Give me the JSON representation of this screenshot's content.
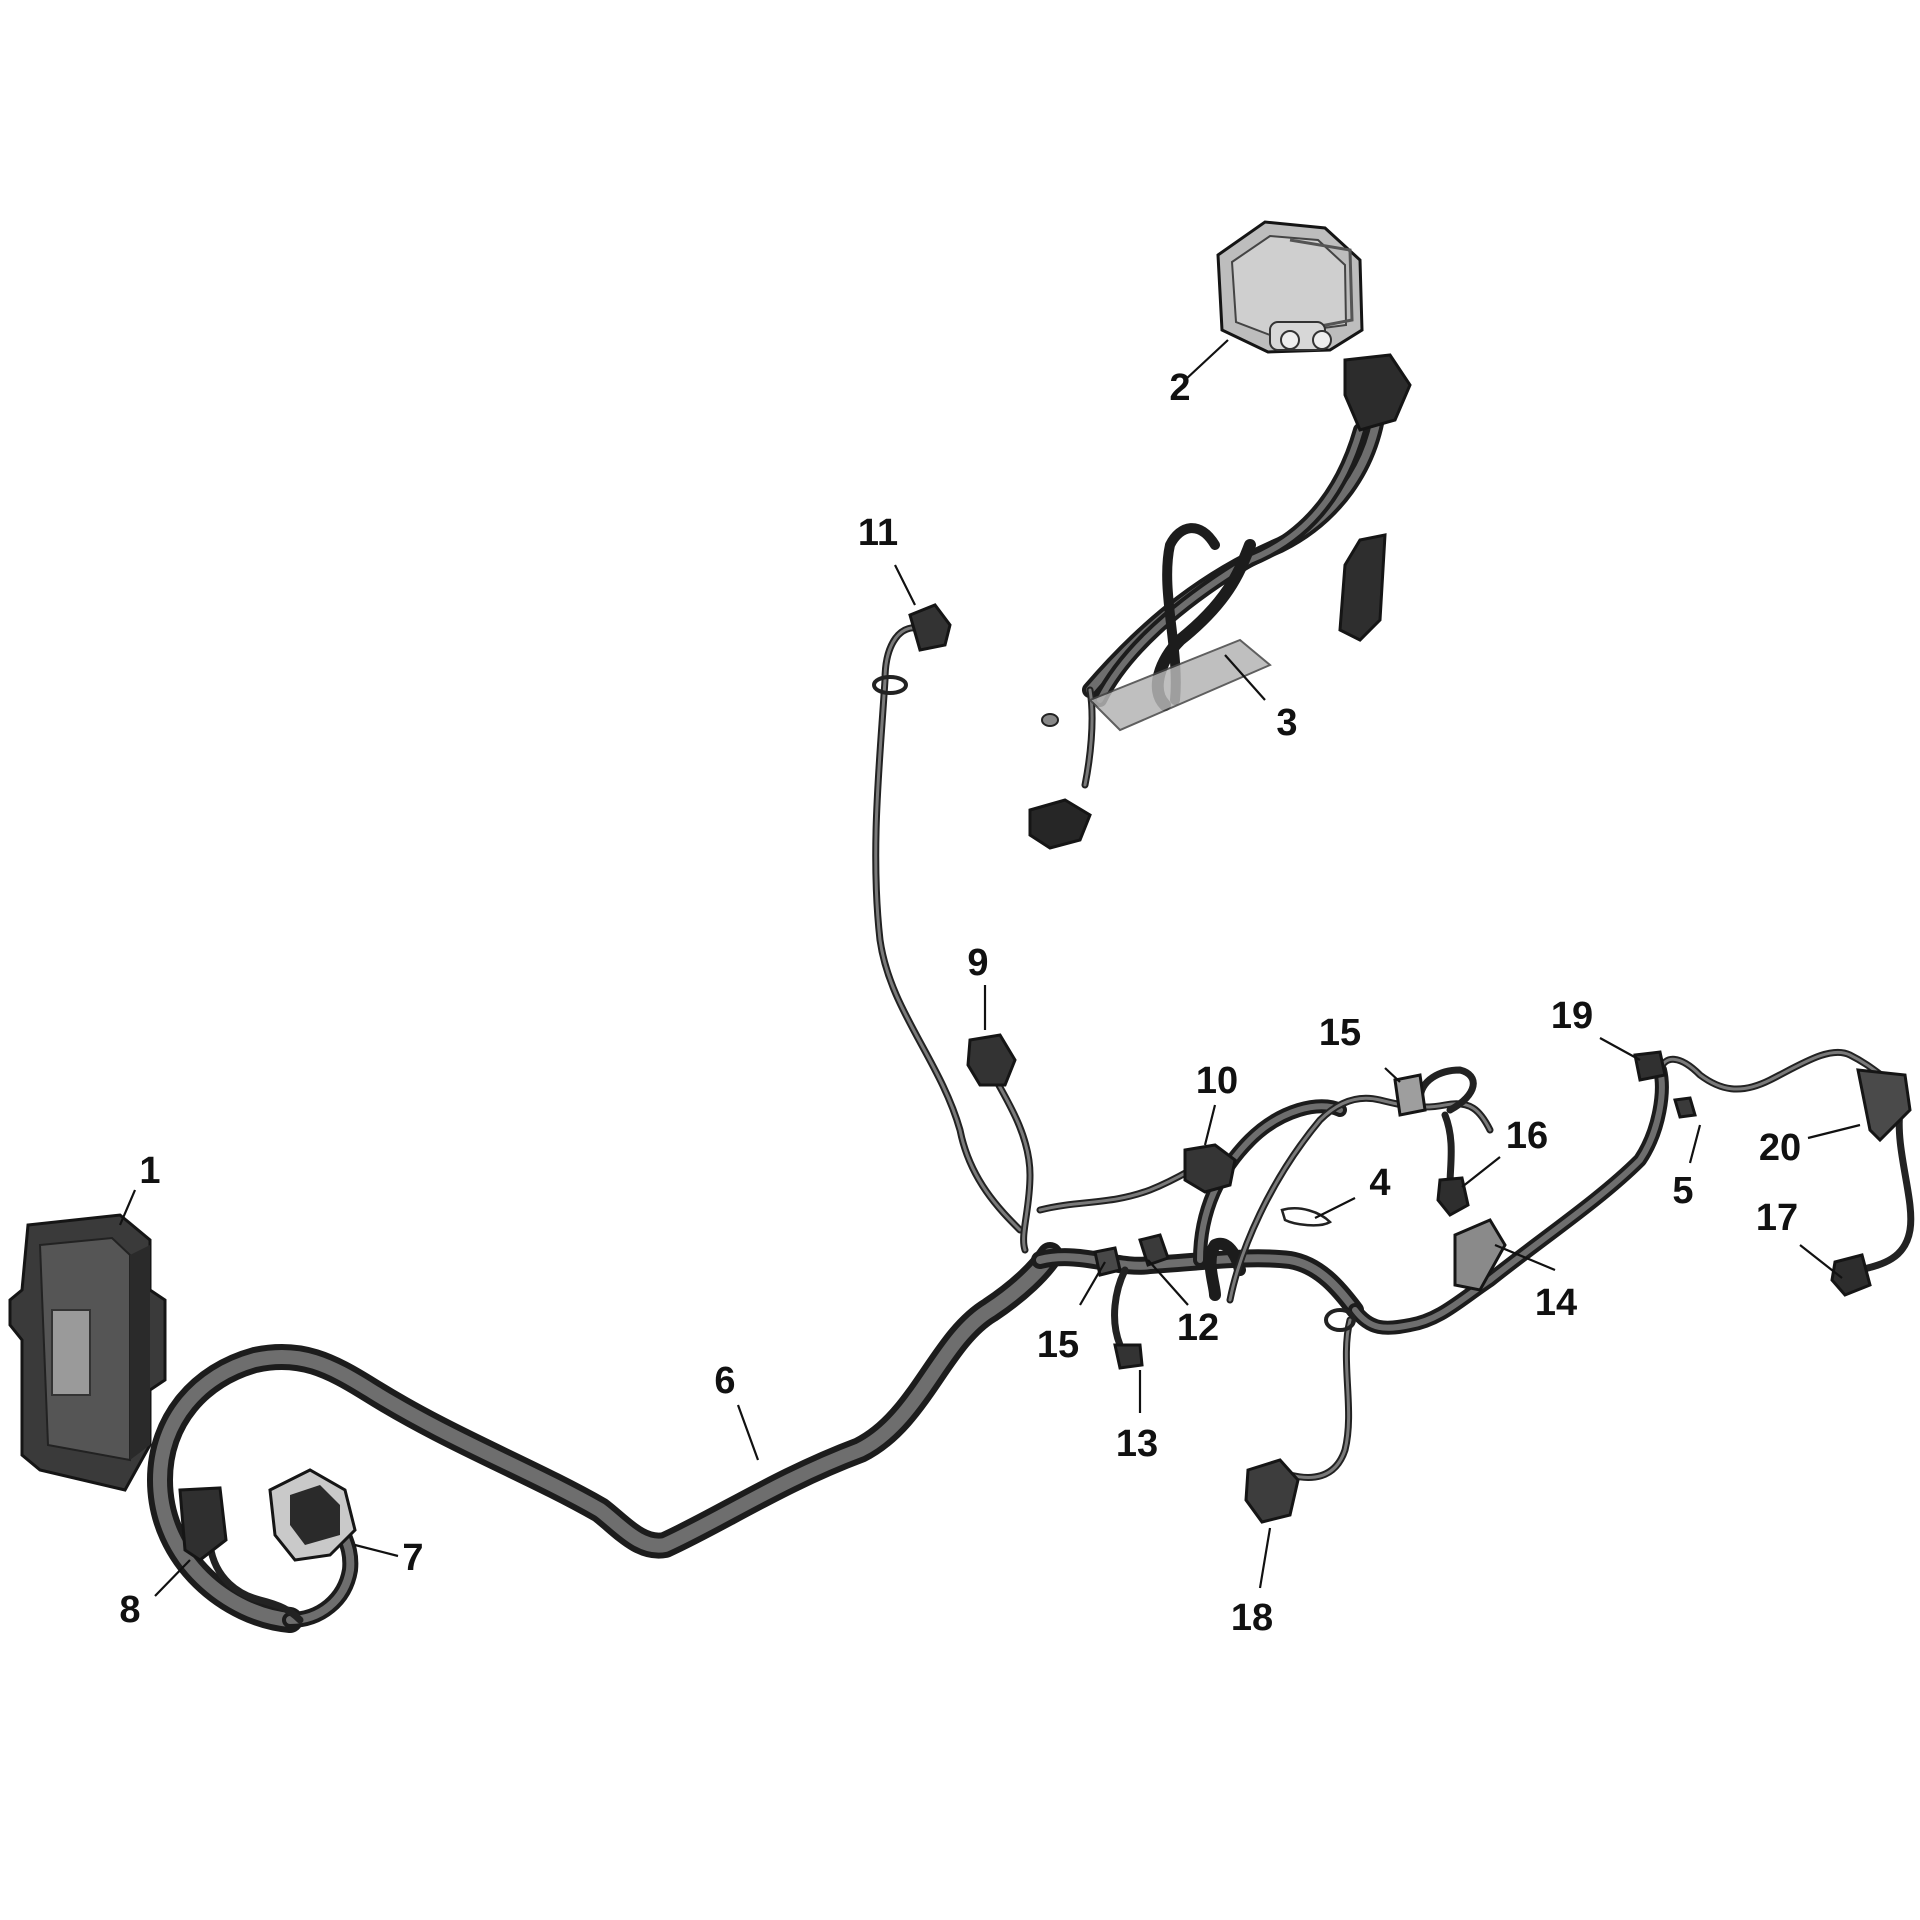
{
  "diagram": {
    "callouts": [
      {
        "id": "1",
        "label": "1"
      },
      {
        "id": "2",
        "label": "2"
      },
      {
        "id": "3",
        "label": "3"
      },
      {
        "id": "4",
        "label": "4"
      },
      {
        "id": "5",
        "label": "5"
      },
      {
        "id": "6",
        "label": "6"
      },
      {
        "id": "7",
        "label": "7"
      },
      {
        "id": "8",
        "label": "8"
      },
      {
        "id": "9",
        "label": "9"
      },
      {
        "id": "10",
        "label": "10"
      },
      {
        "id": "11",
        "label": "11"
      },
      {
        "id": "12",
        "label": "12"
      },
      {
        "id": "13",
        "label": "13"
      },
      {
        "id": "14",
        "label": "14"
      },
      {
        "id": "15a",
        "label": "15"
      },
      {
        "id": "15b",
        "label": "15"
      },
      {
        "id": "16",
        "label": "16"
      },
      {
        "id": "17",
        "label": "17"
      },
      {
        "id": "18",
        "label": "18"
      },
      {
        "id": "19",
        "label": "19"
      },
      {
        "id": "20",
        "label": "20"
      }
    ]
  }
}
